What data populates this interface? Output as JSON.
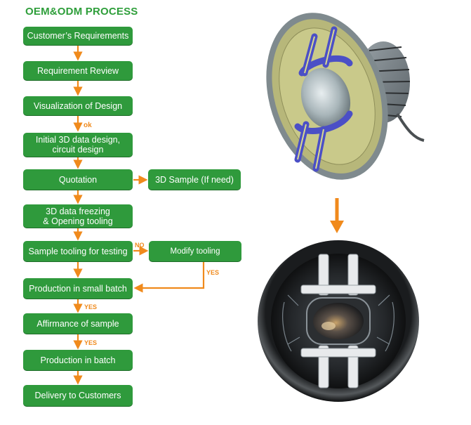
{
  "title": "OEM&ODM PROCESS",
  "steps": {
    "s1": "Customer’s Requirements",
    "s2": "Requirement Review",
    "s3": "Visualization of Design",
    "s4": "Initial 3D data design,\ncircuit design",
    "s5": "Quotation",
    "s6": "3D data freezing\n& Opening tooling",
    "s7": "Sample tooling for testing",
    "s8": "Production in small batch",
    "s9": "Affirmance of sample",
    "s10": "Production in batch",
    "s11": "Delivery to Customers",
    "side1": "3D Sample (If need)",
    "side2": "Modify tooling"
  },
  "labels": {
    "ok": "ok",
    "no": "NO",
    "yes_modify": "YES",
    "yes_small_batch": "YES",
    "yes_affirmance": "YES"
  },
  "colors": {
    "box_green": "#2f9a3c",
    "title_green": "#2e9e3a",
    "arrow_orange": "#f08a1c"
  }
}
